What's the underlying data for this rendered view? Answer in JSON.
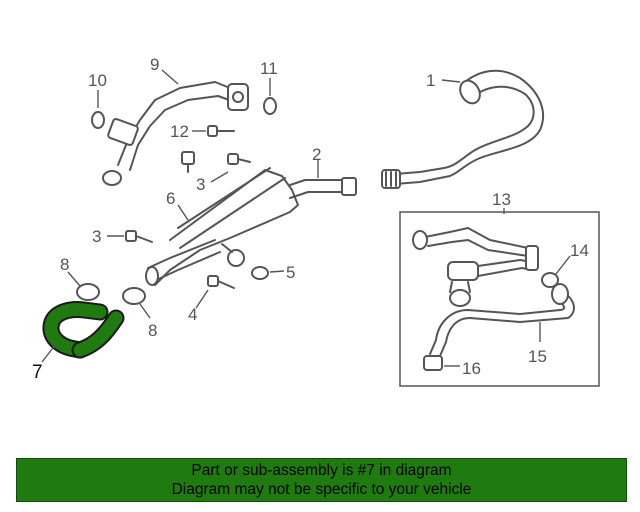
{
  "callouts": [
    {
      "id": "1",
      "label": "1"
    },
    {
      "id": "2",
      "label": "2"
    },
    {
      "id": "3a",
      "label": "3"
    },
    {
      "id": "3b",
      "label": "3"
    },
    {
      "id": "4",
      "label": "4"
    },
    {
      "id": "5",
      "label": "5"
    },
    {
      "id": "6",
      "label": "6"
    },
    {
      "id": "7",
      "label": "7"
    },
    {
      "id": "8a",
      "label": "8"
    },
    {
      "id": "8b",
      "label": "8"
    },
    {
      "id": "9",
      "label": "9"
    },
    {
      "id": "10",
      "label": "10"
    },
    {
      "id": "11",
      "label": "11"
    },
    {
      "id": "12",
      "label": "12"
    },
    {
      "id": "13",
      "label": "13"
    },
    {
      "id": "14",
      "label": "14"
    },
    {
      "id": "15",
      "label": "15"
    },
    {
      "id": "16",
      "label": "16"
    }
  ],
  "highlight_color": "#1f7a10",
  "line_color": "#555555",
  "footer": {
    "line1": "Part or sub-assembly is #7 in diagram",
    "line2": "Diagram may not be specific to your vehicle"
  }
}
